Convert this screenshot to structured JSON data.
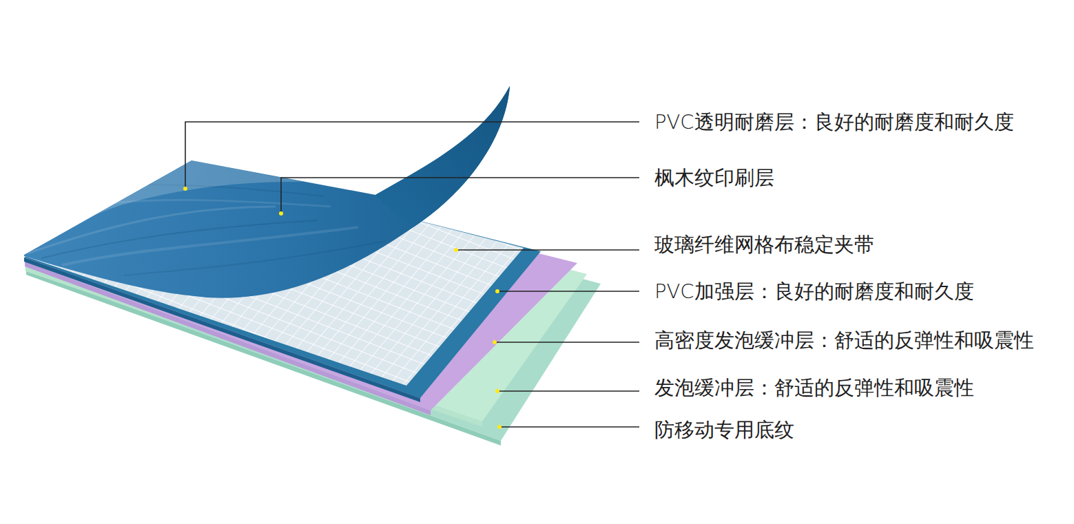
{
  "diagram": {
    "labels": [
      "PVC透明耐磨层：良好的耐磨度和耐久度",
      "枫木纹印刷层",
      "玻璃纤维网格布稳定夹带",
      "PVC加强层：良好的耐磨度和耐久度",
      "高密度发泡缓冲层：舒适的反弹性和吸震性",
      "发泡缓冲层：舒适的反弹性和吸震性",
      "防移动专用底纹"
    ]
  }
}
